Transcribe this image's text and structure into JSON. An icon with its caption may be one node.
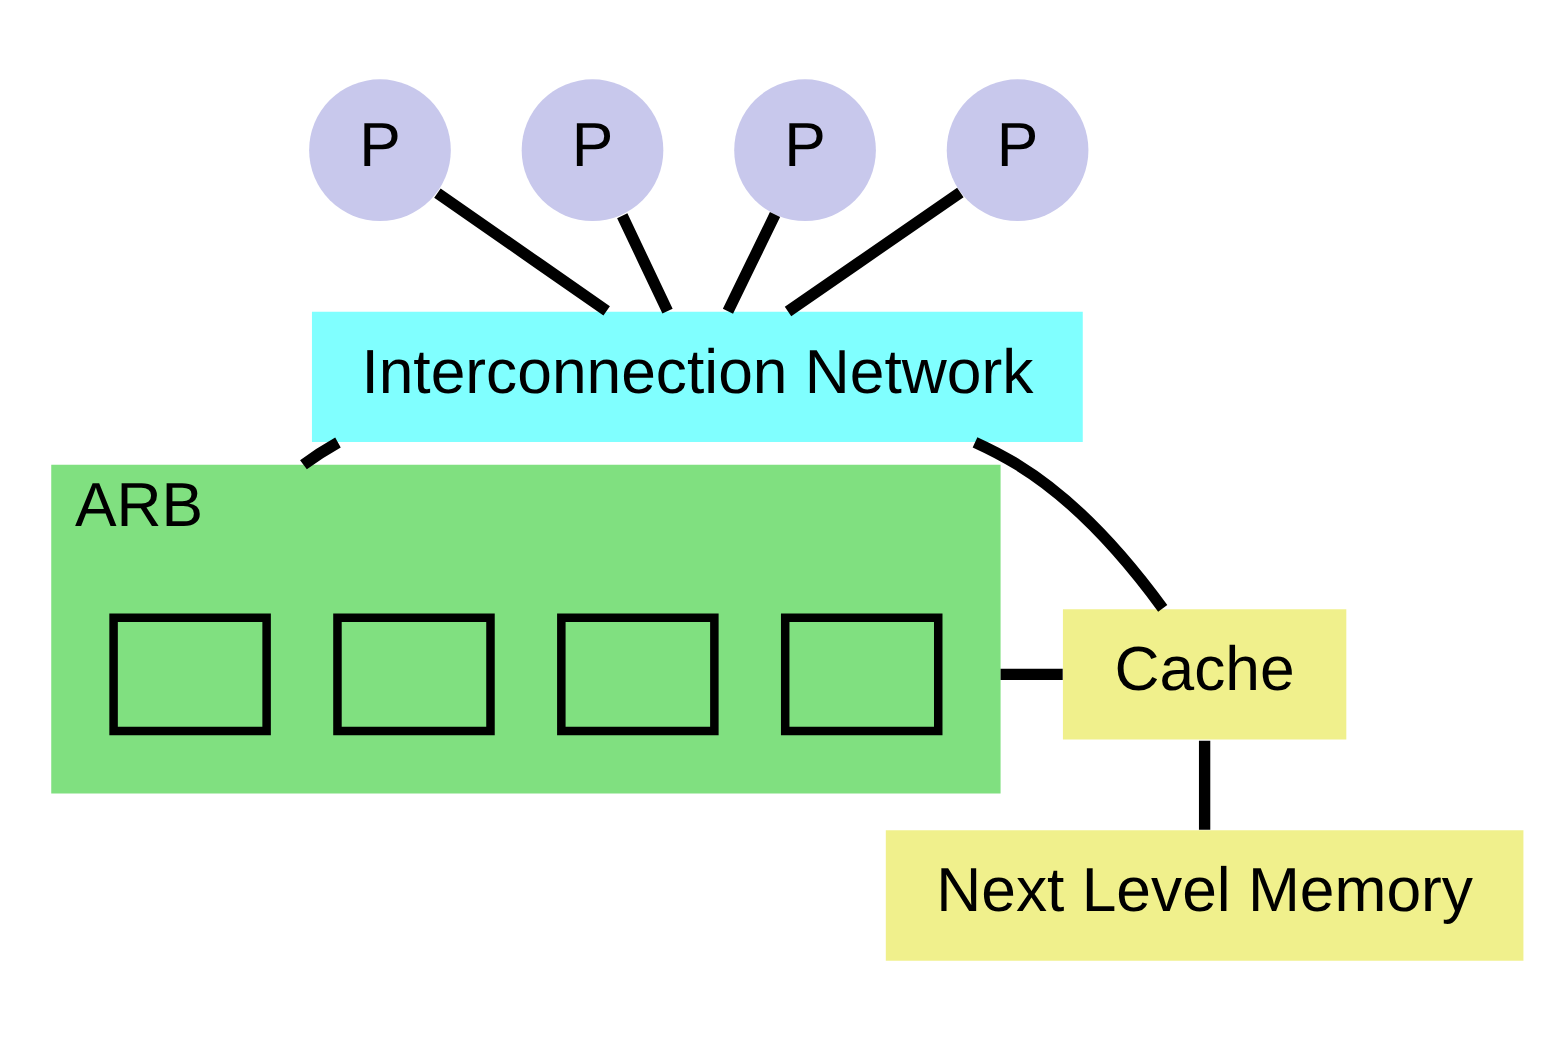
{
  "diagram": {
    "nodes": [
      {
        "text": [
          "P"
        ]
      },
      {
        "text": [
          "P"
        ]
      },
      {
        "text": [
          "P"
        ]
      },
      {
        "text": [
          "P"
        ]
      },
      {
        "text": [
          "Interconnection Network"
        ]
      },
      {
        "text": [
          "ARB"
        ]
      },
      {
        "text": [],
        "shape": "box",
        "in": 5
      },
      {
        "text": [],
        "shape": "box",
        "in": 5
      },
      {
        "text": [],
        "shape": "box",
        "in": 5
      },
      {
        "text": [],
        "shape": "box",
        "in": 5
      },
      {
        "text": [
          "Cache"
        ]
      },
      {
        "text": [
          "Next Level Memory"
        ]
      }
    ],
    "edges": [
      {
        "from": 0,
        "to": 4,
        "arrow": "none"
      },
      {
        "from": 1,
        "to": 4,
        "arrow": "none"
      },
      {
        "from": 2,
        "to": 4,
        "arrow": "none"
      },
      {
        "from": 3,
        "to": 4,
        "arrow": "none"
      },
      {
        "from": 4,
        "to": 5,
        "arrow": "none"
      },
      {
        "from": 4,
        "to": 10,
        "arrow": "none"
      },
      {
        "from": 5,
        "to": 10,
        "arrow": "none"
      },
      {
        "from": 10,
        "to": 11,
        "arrow": "none"
      }
    ]
  }
}
